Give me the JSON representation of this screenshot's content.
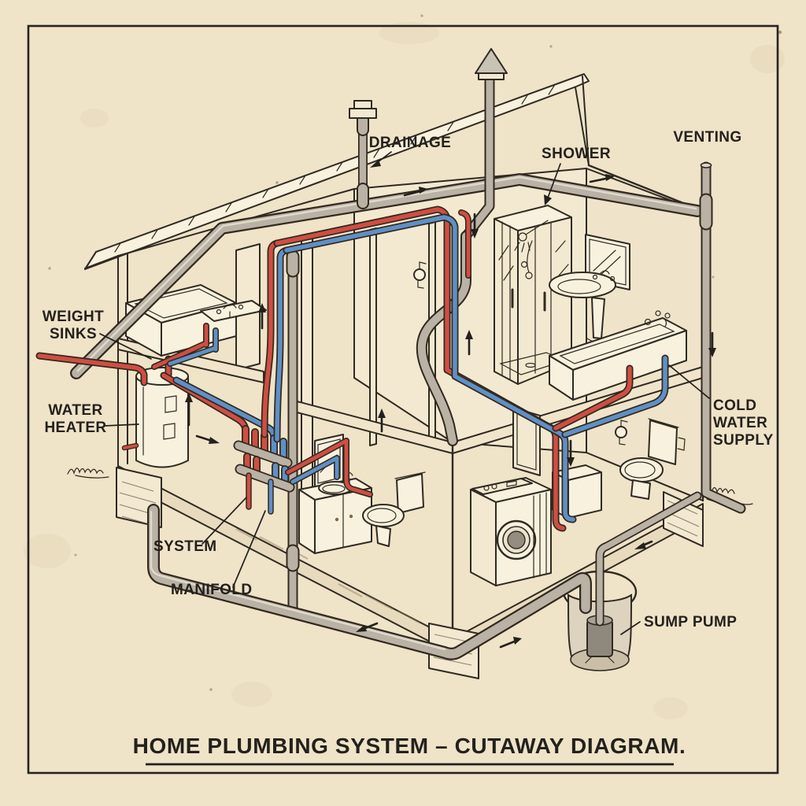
{
  "title": {
    "text": "HOME PLUMBING SYSTEM – CUTAWAY DIAGRAM."
  },
  "labels": {
    "drainage": {
      "text": "DRAINAGE"
    },
    "shower": {
      "text": "SHOWER"
    },
    "venting": {
      "text": "VENTING"
    },
    "weight_sinks": {
      "lines": [
        "WEIGHT",
        "SINKS"
      ]
    },
    "water_heater": {
      "lines": [
        "WATER",
        "HEATER"
      ]
    },
    "cold_water_supply": {
      "lines": [
        "COLD",
        "WATER",
        "SUPPLY"
      ]
    },
    "system": {
      "text": "SYSTEM"
    },
    "manifold": {
      "text": "MANIFOLD"
    },
    "sump_pump": {
      "text": "SUMP PUMP"
    }
  },
  "colors": {
    "paper": "#efe3c8",
    "ink": "#2f2a22",
    "hot_water_pipe": "#cf4e43",
    "cold_water_pipe": "#5e90c6",
    "drain_pipe": "#b9b2a5"
  }
}
